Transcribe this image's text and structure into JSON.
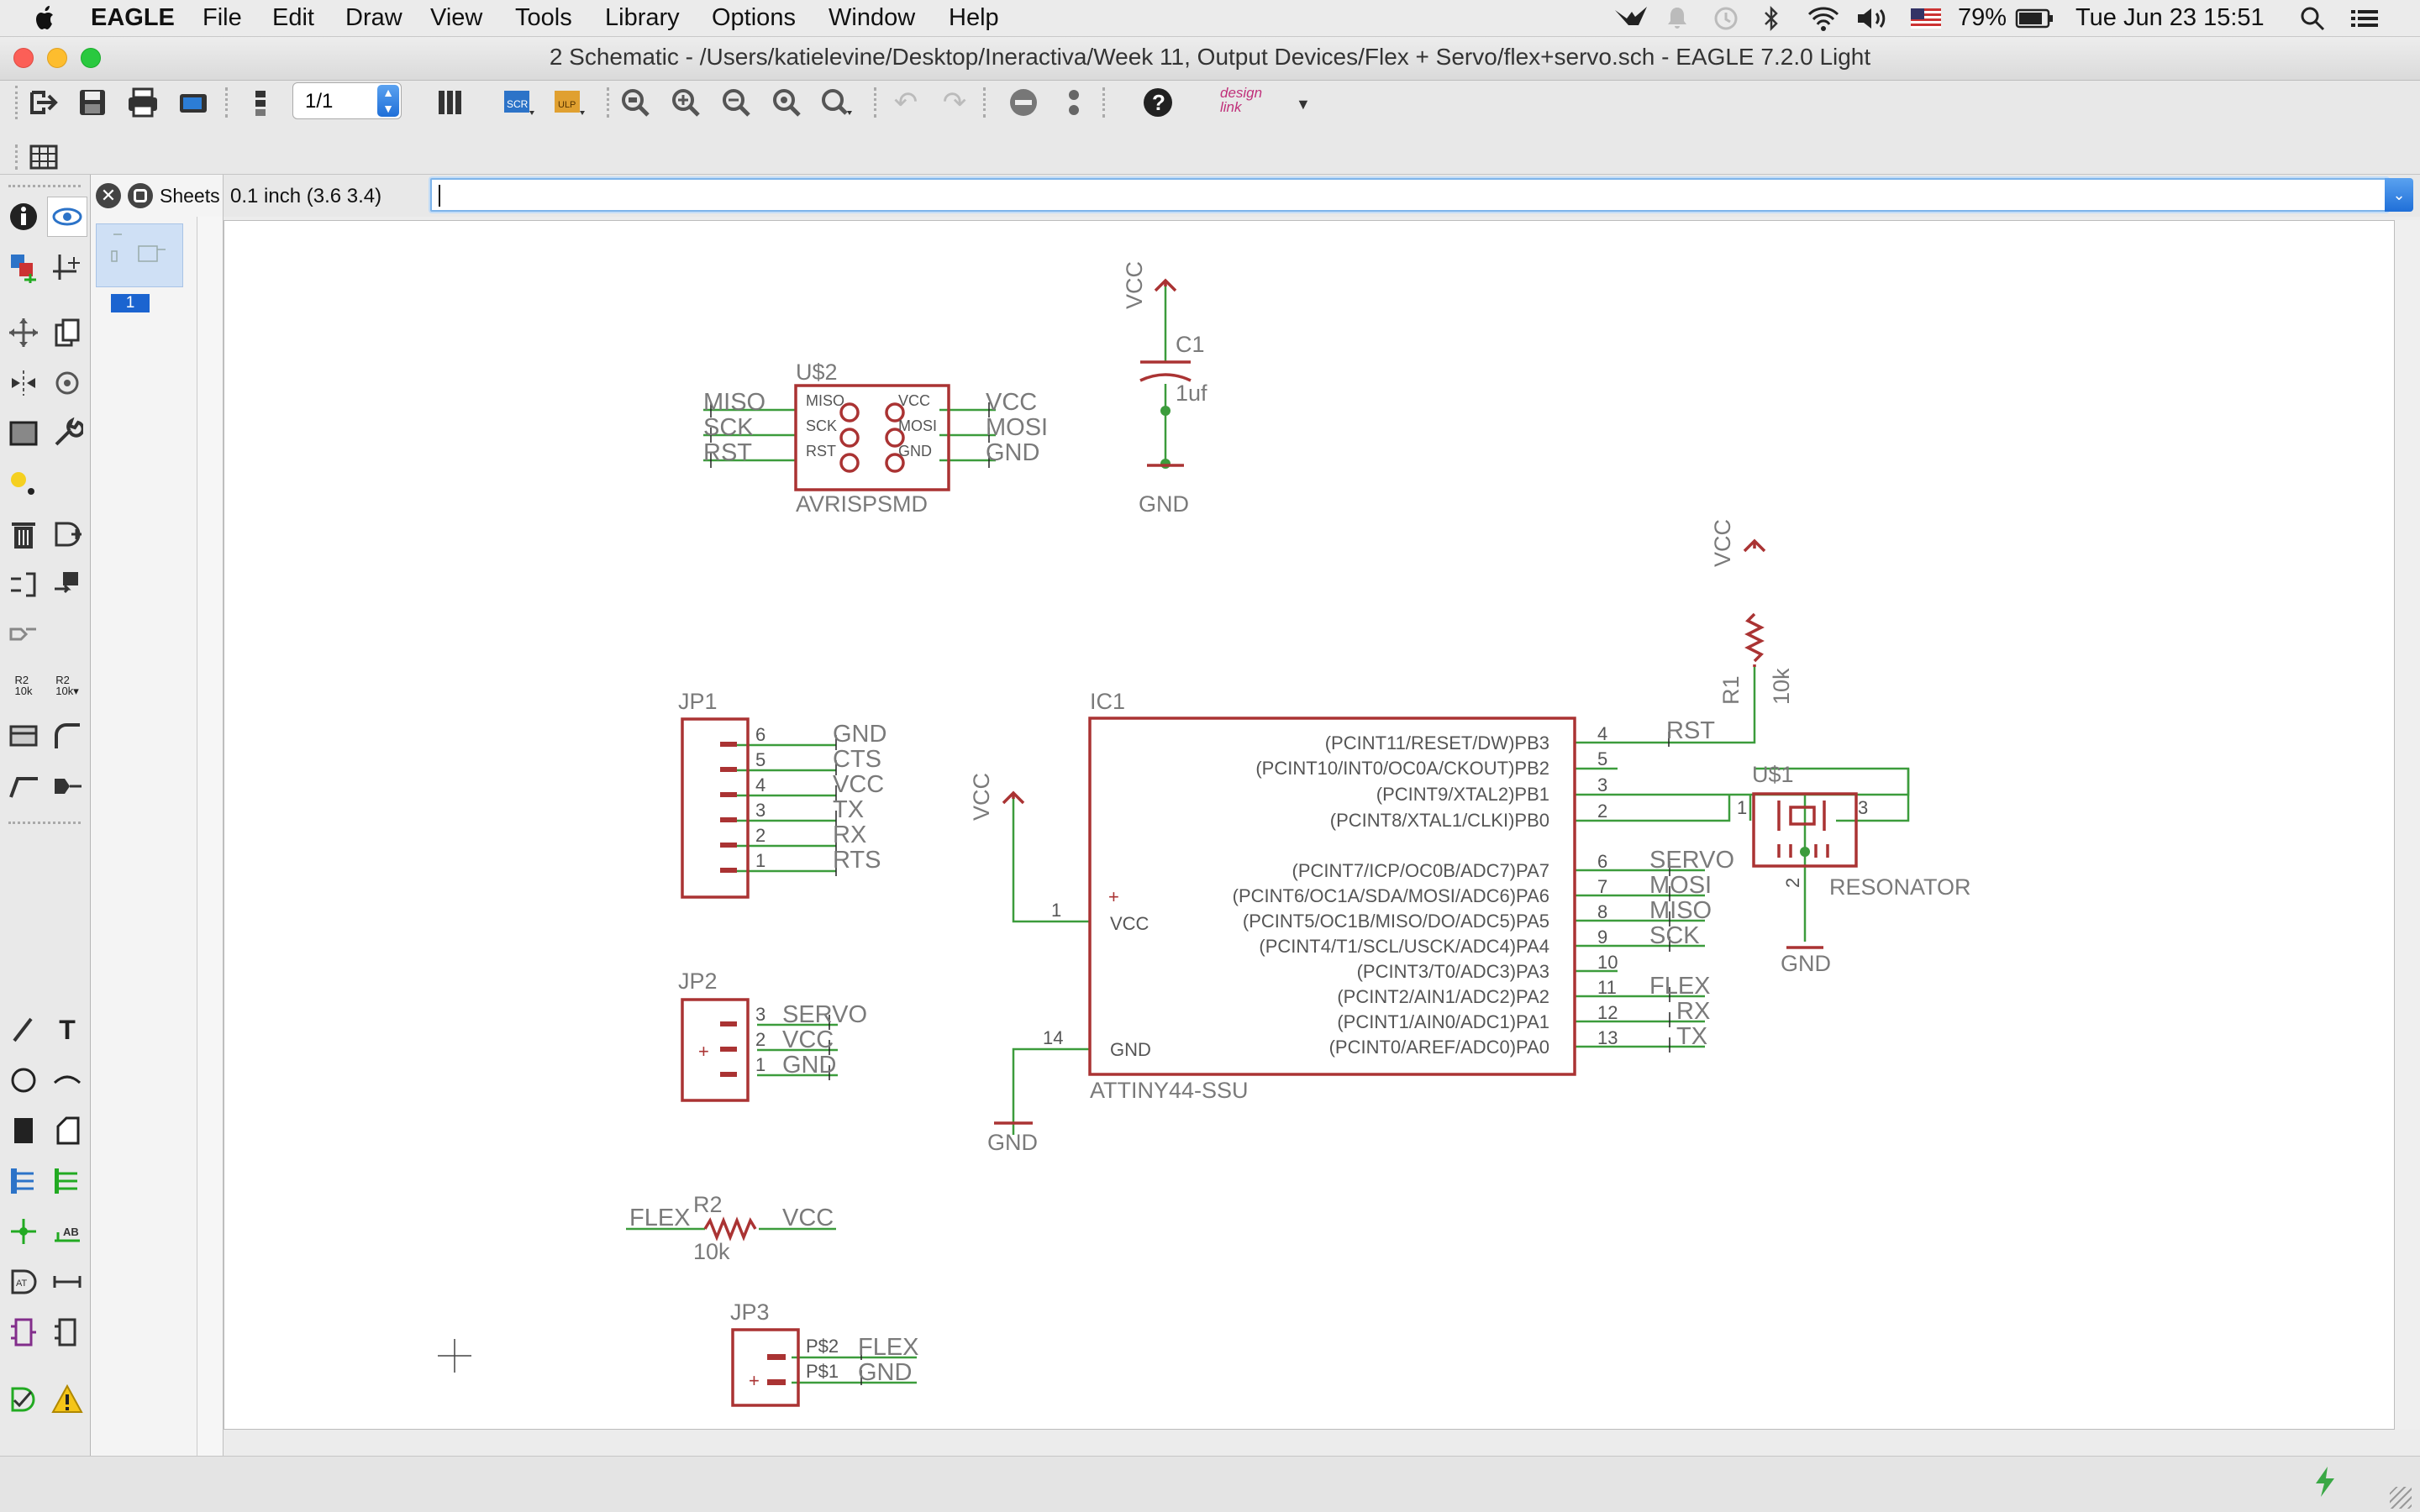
{
  "menubar": {
    "app": "EAGLE",
    "items": [
      "File",
      "Edit",
      "Draw",
      "View",
      "Tools",
      "Library",
      "Options",
      "Window",
      "Help"
    ],
    "battery": "79%",
    "clock": "Tue Jun 23  15:51"
  },
  "window": {
    "title": "2 Schematic - /Users/katielevine/Desktop/Ineractiva/Week 11, Output Devices/Flex + Servo/flex+servo.sch - EAGLE 7.2.0 Light"
  },
  "toolbar": {
    "sheet_select": "1/1",
    "design_link": "design link"
  },
  "sheets_panel": {
    "label": "Sheets",
    "sheet_number": "1"
  },
  "command": {
    "grid_info": "0.1 inch (3.6 3.4)",
    "input_value": ""
  },
  "schematic": {
    "c1": {
      "name": "C1",
      "value": "1uf",
      "vcc": "VCC",
      "gnd": "GND"
    },
    "u2": {
      "name": "U$2",
      "part": "AVRISPSMD",
      "left": [
        "MISO",
        "SCK",
        "RST"
      ],
      "right": [
        "VCC",
        "MOSI",
        "GND"
      ],
      "pins_l": [
        "MISO",
        "SCK",
        "RST"
      ],
      "pins_r": [
        "VCC",
        "MOSI",
        "GND"
      ]
    },
    "r1": {
      "name": "R1",
      "value": "10k",
      "vcc": "VCC",
      "net": "RST"
    },
    "jp1": {
      "name": "JP1",
      "pins": [
        "6",
        "5",
        "4",
        "3",
        "2",
        "1"
      ],
      "nets": [
        "GND",
        "CTS",
        "VCC",
        "TX",
        "RX",
        "RTS"
      ]
    },
    "ic1": {
      "name": "IC1",
      "part": "ATTINY44-SSU",
      "right": [
        {
          "pin": "4",
          "label": "(PCINT11/RESET/DW)PB3"
        },
        {
          "pin": "5",
          "label": "(PCINT10/INT0/OC0A/CKOUT)PB2"
        },
        {
          "pin": "3",
          "label": "(PCINT9/XTAL2)PB1"
        },
        {
          "pin": "2",
          "label": "(PCINT8/XTAL1/CLKI)PB0"
        },
        {
          "pin": "6",
          "label": "(PCINT7/ICP/OC0B/ADC7)PA7"
        },
        {
          "pin": "7",
          "label": "(PCINT6/OC1A/SDA/MOSI/ADC6)PA6"
        },
        {
          "pin": "8",
          "label": "(PCINT5/OC1B/MISO/DO/ADC5)PA5"
        },
        {
          "pin": "9",
          "label": "(PCINT4/T1/SCL/USCK/ADC4)PA4"
        },
        {
          "pin": "10",
          "label": "(PCINT3/T0/ADC3)PA3"
        },
        {
          "pin": "11",
          "label": "(PCINT2/AIN1/ADC2)PA2"
        },
        {
          "pin": "12",
          "label": "(PCINT1/AIN0/ADC1)PA1"
        },
        {
          "pin": "13",
          "label": "(PCINT0/AREF/ADC0)PA0"
        }
      ],
      "nets_right": [
        "SERVO",
        "MOSI",
        "MISO",
        "SCK",
        "",
        "FLEX",
        "RX",
        "TX"
      ],
      "vcc_pin": "1",
      "vcc_label": "VCC",
      "gnd_pin": "14",
      "gnd_label": "GND",
      "vcc_sym": "VCC",
      "gnd_sym": "GND"
    },
    "u1": {
      "name": "U$1",
      "part": "RESONATOR",
      "pin1": "1",
      "pin2": "2",
      "pin3": "3",
      "gnd": "GND"
    },
    "jp2": {
      "name": "JP2",
      "pins": [
        "3",
        "2",
        "1"
      ],
      "nets": [
        "SERVO",
        "VCC",
        "GND"
      ]
    },
    "r2": {
      "name": "R2",
      "value": "10k",
      "left": "FLEX",
      "right": "VCC"
    },
    "jp3": {
      "name": "JP3",
      "pins": [
        "P$2",
        "P$1"
      ],
      "nets": [
        "FLEX",
        "GND"
      ]
    }
  }
}
